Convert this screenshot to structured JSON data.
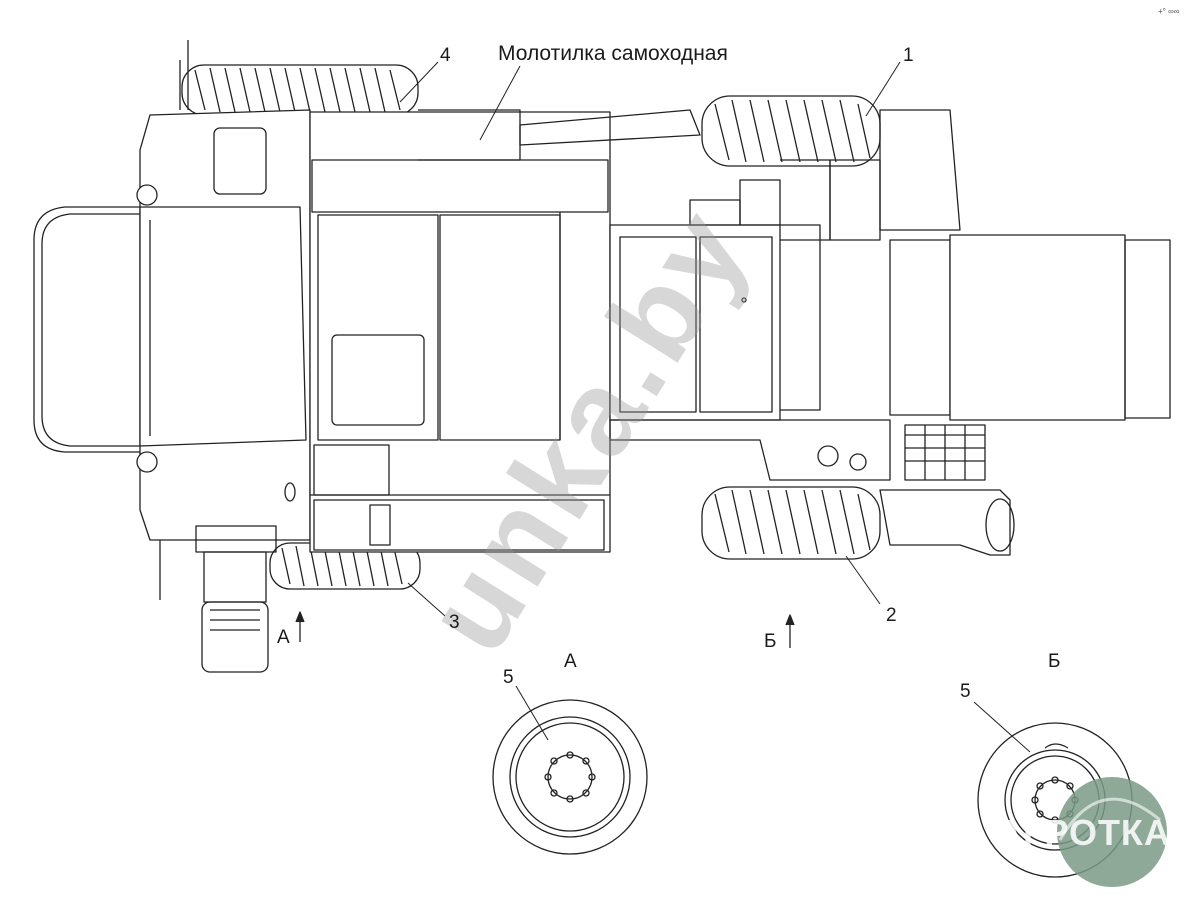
{
  "diagram": {
    "title": "Молотилка самоходная",
    "callouts": [
      "1",
      "2",
      "3",
      "4"
    ],
    "view_markers": [
      "А",
      "Б"
    ],
    "detail_views": [
      {
        "letter": "А",
        "callout": "5"
      },
      {
        "letter": "Б",
        "callout": "5"
      }
    ],
    "corner_mark": "+° ∞∞"
  },
  "watermark": {
    "text": "unka.by",
    "color": "#9a9a9a"
  },
  "logo": {
    "text": "АГРОТКА",
    "color": "#7a9a86"
  }
}
